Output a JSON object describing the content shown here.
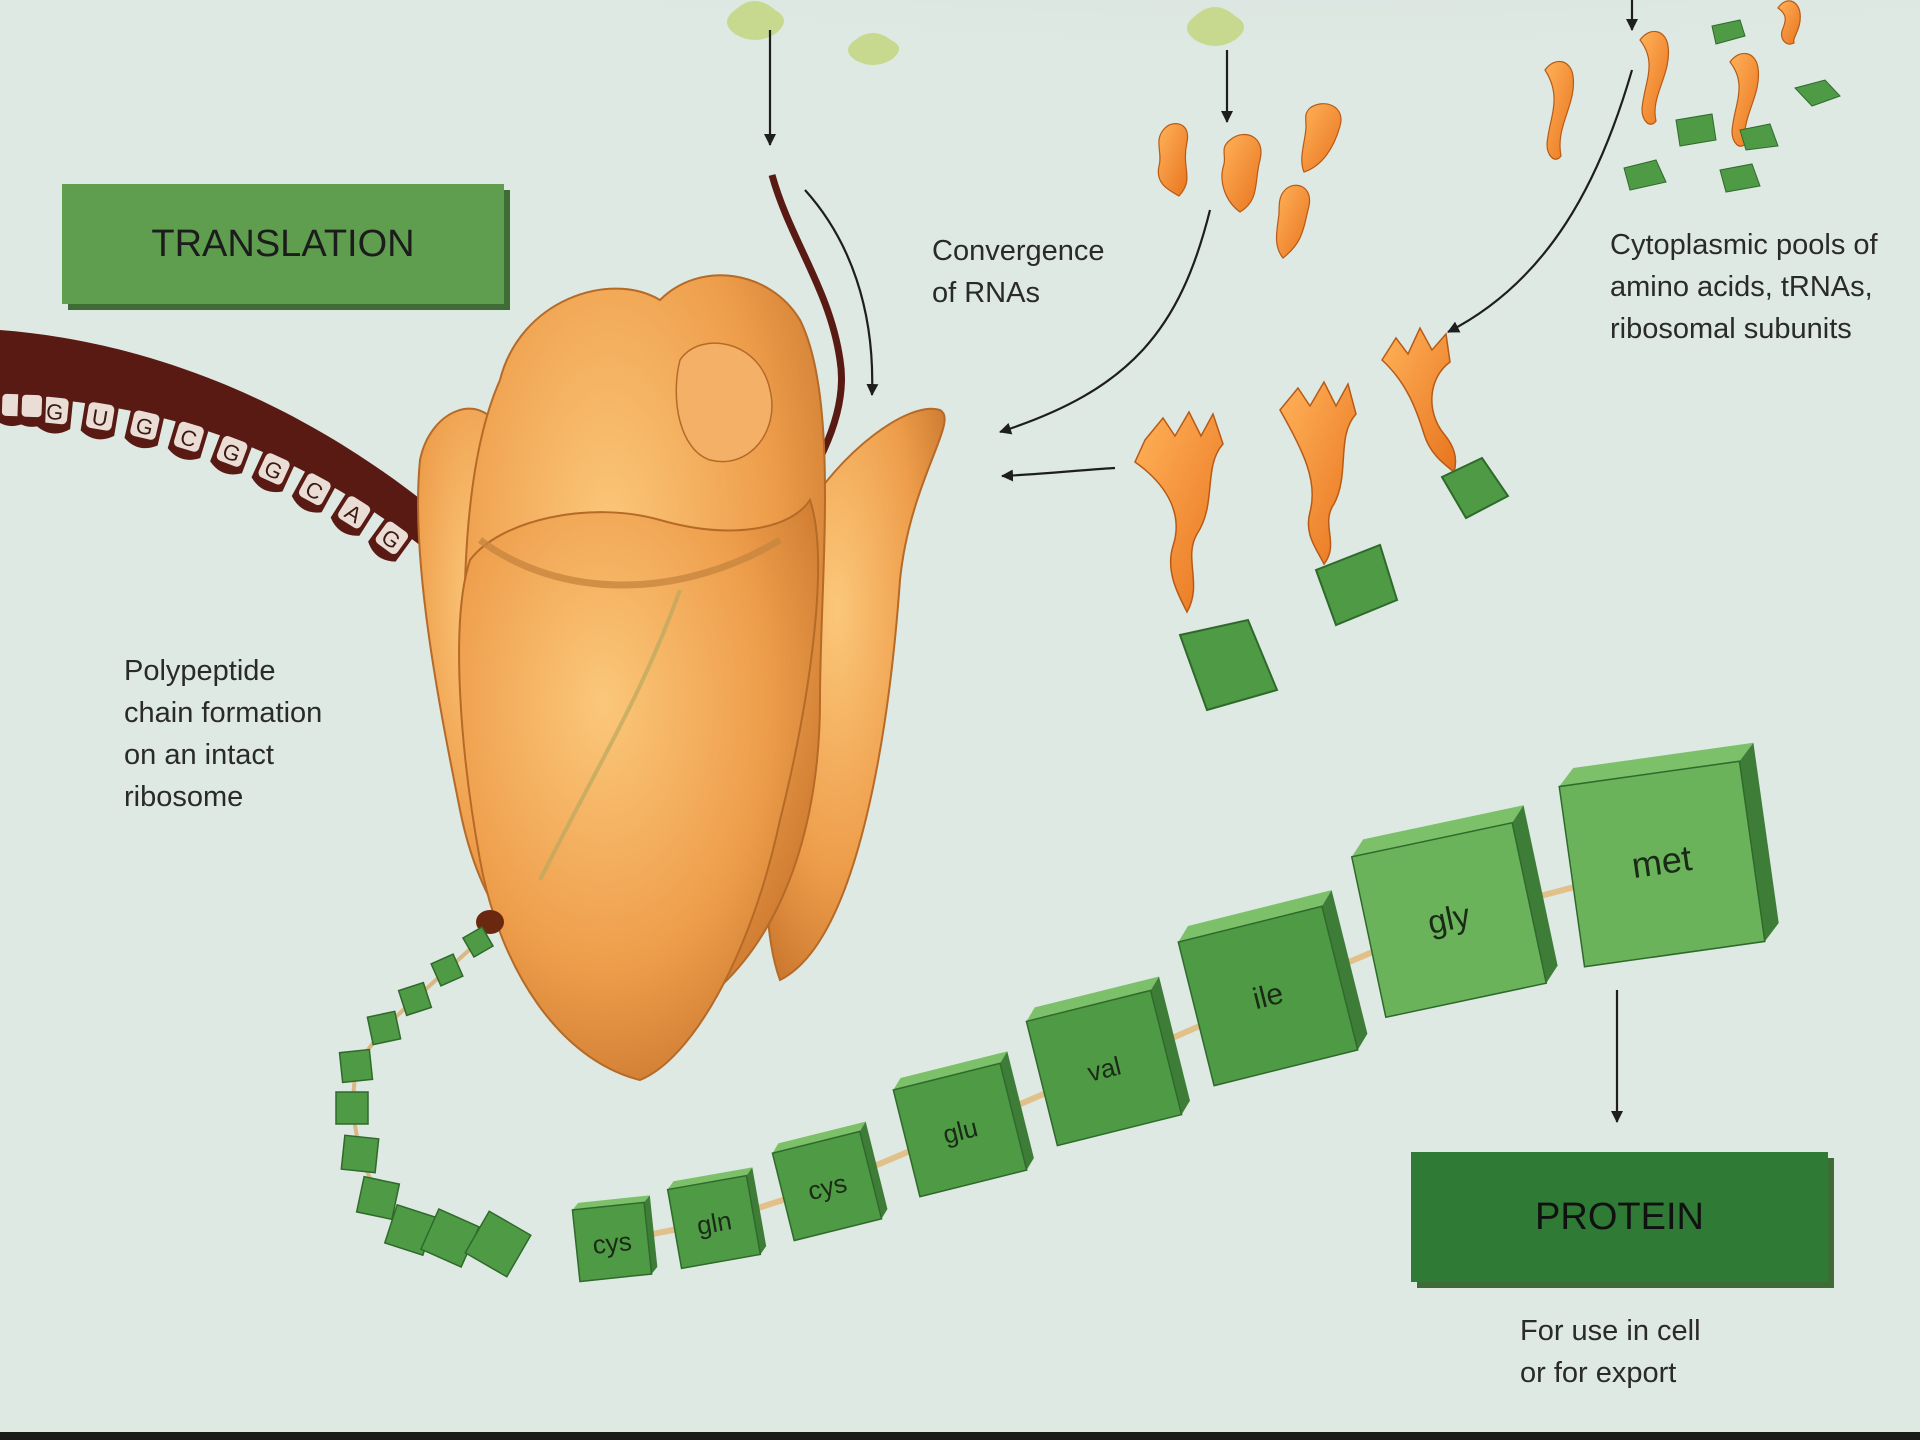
{
  "titles": {
    "translation": "TRANSLATION",
    "protein": "PROTEIN"
  },
  "labels": {
    "convergence": [
      "Convergence",
      "of RNAs"
    ],
    "pools": [
      "Cytoplasmic pools of",
      "amino acids, tRNAs,",
      "ribosomal subunits"
    ],
    "polypeptide": [
      "Polypeptide",
      "chain formation",
      "on an intact",
      "ribosome"
    ],
    "use": [
      "For use in cell",
      "or for export"
    ]
  },
  "mrna_bases": [
    "G",
    "U",
    "G",
    "C",
    "G",
    "G",
    "C",
    "A",
    "G"
  ],
  "amino_acids": [
    "cys",
    "gln",
    "cys",
    "glu",
    "val",
    "ile",
    "gly",
    "met"
  ],
  "colors": {
    "background": "#dde9e2",
    "box_green": "#4f9a45",
    "box_light": "#6bb35a",
    "ribosome": "#f0a050",
    "trna": "#f08a30",
    "mrna": "#5a1a14",
    "banner_green": "#5f9e4e",
    "banner_dark": "#2f7a35"
  }
}
